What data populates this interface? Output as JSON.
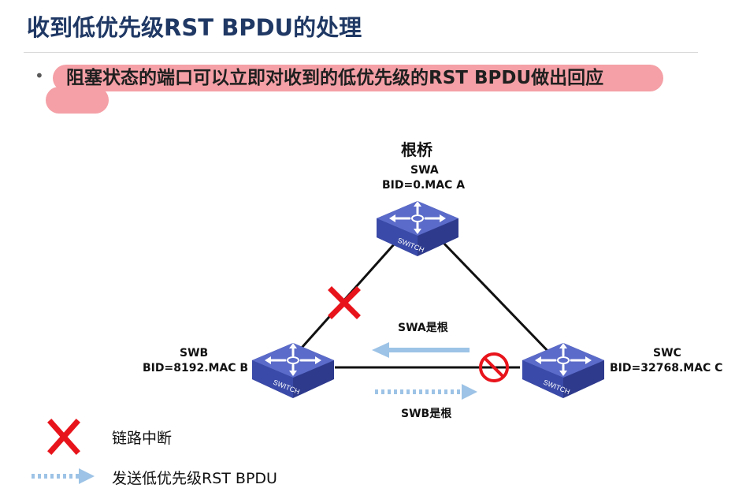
{
  "title": "收到低优先级RST BPDU的处理",
  "bullet": {
    "marker": "•",
    "text": "阻塞状态的端口可以立即对收到的低优先级的RST BPDU做出回应"
  },
  "diagram": {
    "root_label": "根桥",
    "switch_text": "SWITCH",
    "swa": {
      "name": "SWA",
      "bid": "BID=0.MAC A"
    },
    "swb": {
      "name": "SWB",
      "bid": "BID=8192.MAC B"
    },
    "swc": {
      "name": "SWC",
      "bid": "BID=32768.MAC C"
    },
    "arrow_top_label": "SWA是根",
    "arrow_bottom_label": "SWB是根"
  },
  "legend": {
    "link_down": "链路中断",
    "send_rst": "发送低优先级RST BPDU"
  },
  "colors": {
    "title": "#1f3864",
    "highlight": "#f4a0a6",
    "cross": "#e8141c",
    "arrow": "#9dc3e6",
    "switch_top": "#5b6bc9",
    "switch_side": "#2e3a8c"
  }
}
